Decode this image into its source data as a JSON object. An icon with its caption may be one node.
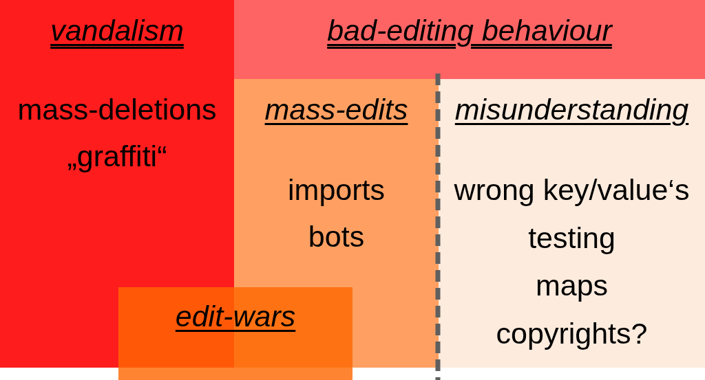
{
  "diagram": {
    "nodes": [
      {
        "text": [
          "vandalism",
          "mass-deletions",
          "„graffiti“"
        ]
      },
      {
        "text": [
          "bad-editing behaviour"
        ]
      },
      {
        "text": [
          "mass-edits",
          "imports",
          "bots"
        ]
      },
      {
        "text": [
          "misunderstanding",
          "wrong key/value‘s",
          "testing",
          "maps",
          "copyrights?"
        ]
      },
      {
        "text": [
          "edit-wars"
        ]
      }
    ]
  }
}
